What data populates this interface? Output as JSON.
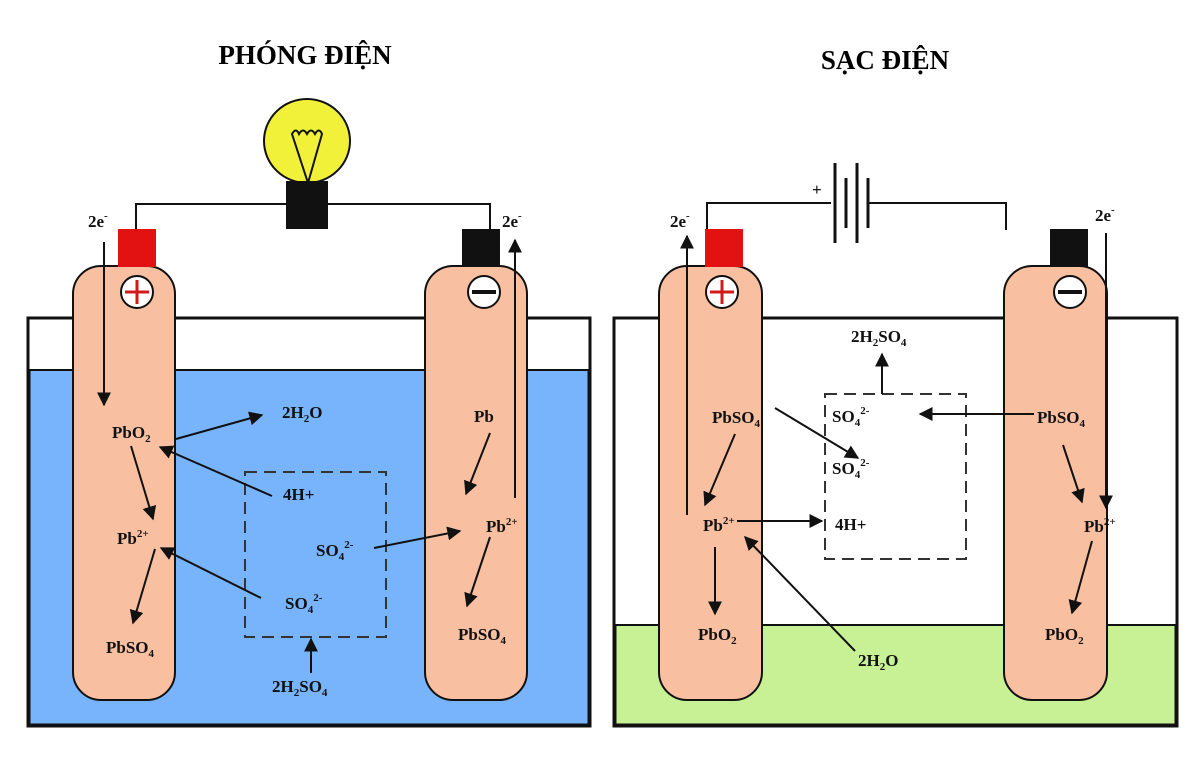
{
  "colors": {
    "electrolyte_discharge": "#78b4fc",
    "electrolyte_charge": "#c8f196",
    "electrode": "#f8bfa1",
    "positive_terminal": "#e21212",
    "negative_terminal": "#111111",
    "bulb": "#f1f13a"
  },
  "panels": [
    {
      "title": "PHÓNG ĐIỆN",
      "source": "bulb",
      "electron_left": {
        "base": "2e",
        "sup": "-"
      },
      "electron_right": {
        "base": "2e",
        "sup": "-"
      },
      "positive_sign": "+",
      "negative_sign": "−",
      "species": {
        "pbo2": {
          "base": "PbO",
          "sub": "2"
        },
        "h2o": {
          "base": "2H",
          "sub": "2",
          "tail": "O"
        },
        "h4": {
          "base": "4H+"
        },
        "pb2_left": {
          "base": "Pb",
          "sup": "2+"
        },
        "so4_a": {
          "base": "SO",
          "sub": "4",
          "sup": "2-"
        },
        "so4_b": {
          "base": "SO",
          "sub": "4",
          "sup": "2-"
        },
        "pbso4_left": {
          "base": "PbSO",
          "sub": "4"
        },
        "h2so4": {
          "base": "2H",
          "sub": "2",
          "tail": "SO",
          "sub2": "4"
        },
        "pb": {
          "base": "Pb"
        },
        "pb2_right": {
          "base": "Pb",
          "sup": "2+"
        },
        "pbso4_right": {
          "base": "PbSO",
          "sub": "4"
        }
      }
    },
    {
      "title": "SẠC ĐIỆN",
      "source": "battery",
      "battery_plus": "+",
      "electron_left": {
        "base": "2e",
        "sup": "-"
      },
      "electron_right": {
        "base": "2e",
        "sup": "-"
      },
      "positive_sign": "+",
      "negative_sign": "−",
      "species": {
        "h2so4": {
          "base": "2H",
          "sub": "2",
          "tail": "SO",
          "sub2": "4"
        },
        "pbso4_left": {
          "base": "PbSO",
          "sub": "4"
        },
        "so4_top": {
          "base": "SO",
          "sub": "4",
          "sup": "2-"
        },
        "so4_mid": {
          "base": "SO",
          "sub": "4",
          "sup": "2-"
        },
        "pb2_left": {
          "base": "Pb",
          "sup": "2+"
        },
        "h4": {
          "base": "4H+"
        },
        "pbo2_left": {
          "base": "PbO",
          "sub": "2"
        },
        "h2o": {
          "base": "2H",
          "sub": "2",
          "tail": "O"
        },
        "pbso4_right": {
          "base": "PbSO",
          "sub": "4"
        },
        "pb2_right": {
          "base": "Pb",
          "sup": "2+"
        },
        "pbo2_right": {
          "base": "PbO",
          "sub": "2"
        }
      }
    }
  ]
}
